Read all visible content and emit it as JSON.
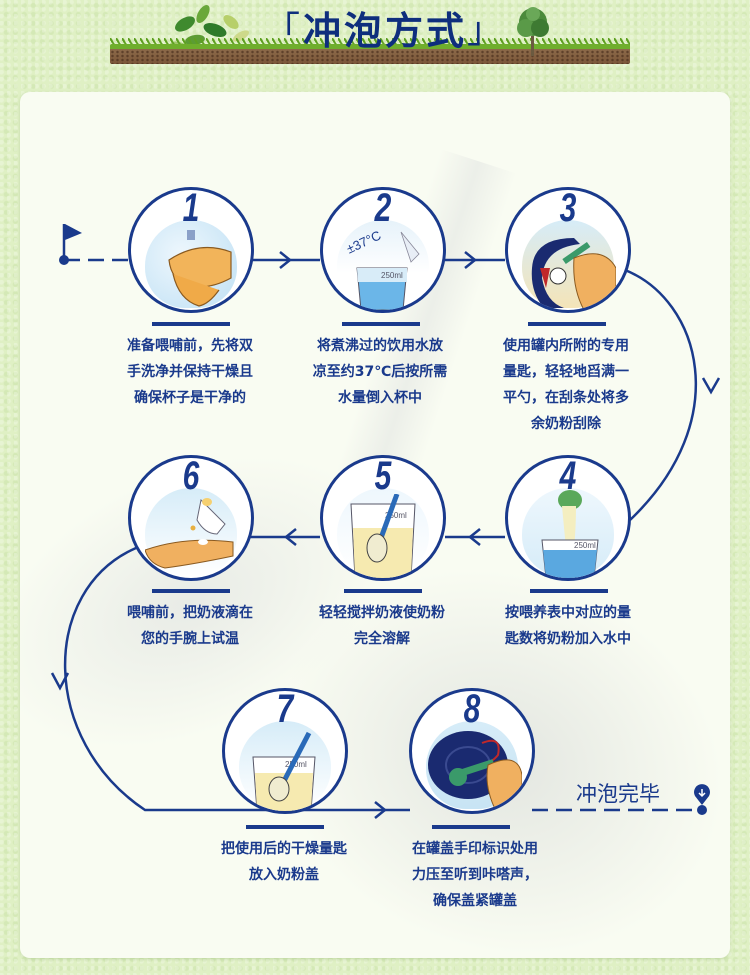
{
  "header": {
    "title": "冲泡方式",
    "bracket_open": "「",
    "bracket_close": "」"
  },
  "steps": [
    {
      "number": "1",
      "icon": "hand-washing-icon",
      "desc_lines": [
        "准备喂哺前，先将双",
        "手洗净并保持干燥且",
        "确保杯子是干净的"
      ]
    },
    {
      "number": "2",
      "icon": "water-beaker-icon",
      "label": "±37°C",
      "cup_label": "250ml",
      "desc_lines": [
        "将煮沸过的饮用水放",
        "凉至约37℃后按所需",
        "水量倒入杯中"
      ]
    },
    {
      "number": "3",
      "icon": "scoop-level-icon",
      "desc_lines": [
        "使用罐内所附的专用",
        "量匙，轻轻地舀满一",
        "平勺，在刮条处将多",
        "余奶粉刮除"
      ]
    },
    {
      "number": "4",
      "icon": "add-powder-icon",
      "cup_label": "250ml",
      "desc_lines": [
        "按喂养表中对应的量",
        "匙数将奶粉加入水中"
      ]
    },
    {
      "number": "5",
      "icon": "stir-icon",
      "cup_label": "250ml",
      "desc_lines": [
        "轻轻搅拌奶液使奶粉",
        "完全溶解"
      ]
    },
    {
      "number": "6",
      "icon": "wrist-test-icon",
      "desc_lines": [
        "喂哺前，把奶液滴在",
        "您的手腕上试温"
      ]
    },
    {
      "number": "7",
      "icon": "store-scoop-icon",
      "cup_label": "250ml",
      "desc_lines": [
        "把使用后的干燥量匙",
        "放入奶粉盖"
      ]
    },
    {
      "number": "8",
      "icon": "press-lid-icon",
      "desc_lines": [
        "在罐盖手印标识处用",
        "力压至听到咔嗒声，",
        "确保盖紧罐盖"
      ]
    }
  ],
  "finish": {
    "label": "冲泡完毕",
    "icon": "location-pin-down-icon"
  },
  "start": {
    "icon": "start-flag-icon"
  },
  "colors": {
    "primary": "#1a3a8c",
    "background": "#dff0c4",
    "card": "#f9fcf2"
  }
}
